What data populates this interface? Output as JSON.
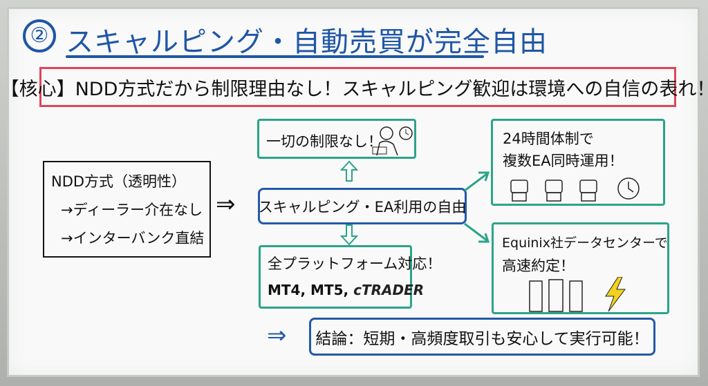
{
  "title": {
    "number": "②",
    "text": "スキャルピング・自動売買が完全自由"
  },
  "core": "【核心】NDD方式だから制限理由なし！スキャルピング歓迎は環境への自信の表れ！",
  "left": {
    "heading": "NDD方式（透明性）",
    "items": [
      "→ディーラー介在なし",
      "→インターバンク直結"
    ]
  },
  "center": "スキャルピング・EA利用の自由",
  "top": "一切の制限なし！",
  "platforms": {
    "heading": "全プラットフォーム対応！",
    "mt4": "MT4",
    "mt5": "MT5",
    "ctrader": "cTRADER",
    "sep": ","
  },
  "right_top": {
    "line1": "24時間体制で",
    "line2": "複数EA同時運用！"
  },
  "right_bottom": {
    "line1": "Equinix社データセンターで",
    "line2": "高速約定！"
  },
  "conclusion": "結論：短期・高頻度取引も安心して実行可能！",
  "symbols": {
    "arrow": "⇒"
  },
  "colors": {
    "title": "#1f56a6",
    "core_border": "#e0445a",
    "teal": "#2ba38a",
    "center_border": "#2458a8"
  }
}
